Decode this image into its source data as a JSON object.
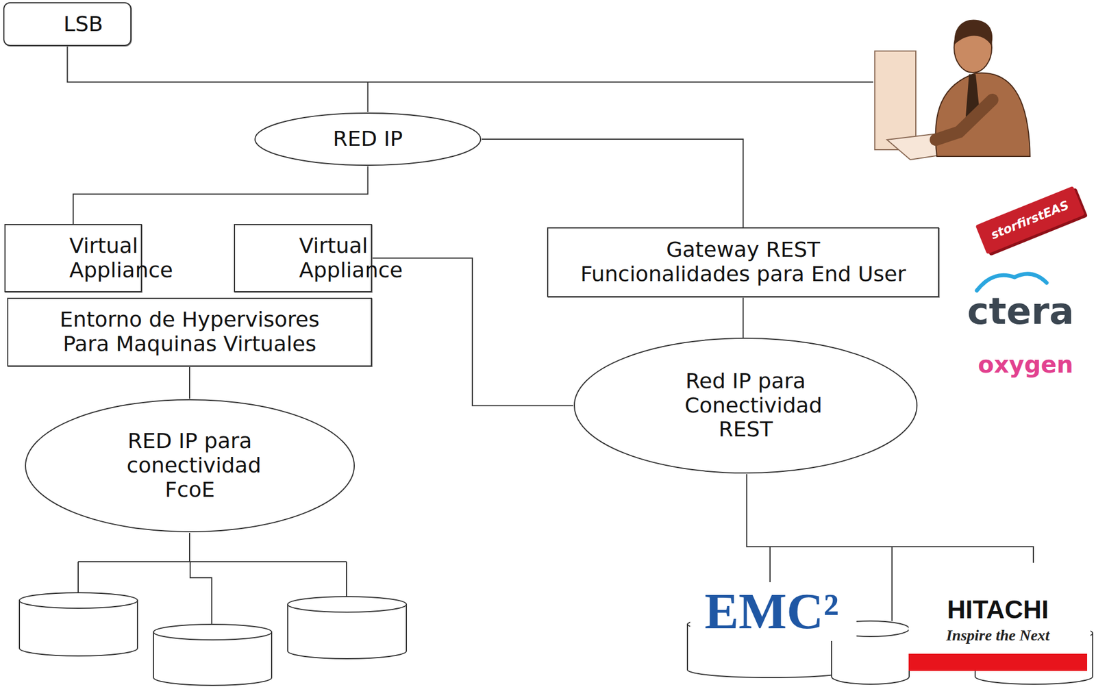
{
  "diagram": {
    "nodes": [
      {
        "text": [
          "LSB"
        ]
      },
      {
        "text": [
          "RED IP"
        ]
      },
      {
        "text": [
          "Virtual Appliance"
        ]
      },
      {
        "text": [
          "Virtual Appliance"
        ]
      },
      {
        "text": [
          "Gateway REST",
          "Funcionalidades para End User"
        ]
      },
      {
        "text": [
          "Entorno de Hypervisores Para Maquinas Virtuales"
        ]
      },
      {
        "text": [
          "Red IP para Conectividad REST"
        ]
      },
      {
        "text": [
          "RED IP para conectividad FcoE"
        ]
      }
    ],
    "edges": [
      {
        "from": 0,
        "to": 1,
        "arrow": "none"
      },
      {
        "from": 1,
        "to": 2,
        "arrow": "none"
      },
      {
        "from": 1,
        "to": 4,
        "arrow": "none"
      },
      {
        "from": 3,
        "to": 6,
        "arrow": "none"
      },
      {
        "from": 4,
        "to": 6,
        "arrow": "none"
      },
      {
        "from": 5,
        "to": 7,
        "arrow": "none"
      }
    ],
    "labels": [
      "storfirstEAS",
      "ctera",
      "oxygen",
      "EMC²",
      "HITACHI",
      "Inspire the Next"
    ]
  }
}
